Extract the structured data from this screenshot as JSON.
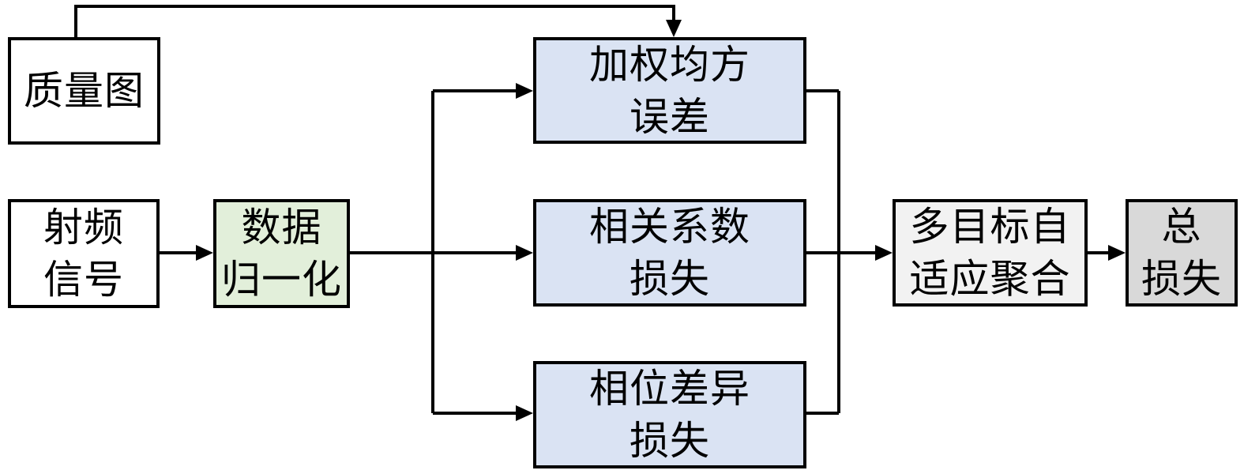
{
  "diagram": {
    "type": "flowchart",
    "language": "zh-CN",
    "description_visible_text_only": true
  },
  "nodes": {
    "quality_map": {
      "lines": [
        "质量图"
      ],
      "fill": "#ffffff"
    },
    "rf_signal": {
      "lines": [
        "射频",
        "信号"
      ],
      "fill": "#ffffff"
    },
    "data_normalization": {
      "lines": [
        "数据",
        "归一化"
      ],
      "fill": "#e2efda"
    },
    "weighted_mse": {
      "lines": [
        "加权均方",
        "误差"
      ],
      "fill": "#dae3f3"
    },
    "correlation_loss": {
      "lines": [
        "相关系数",
        "损失"
      ],
      "fill": "#dae3f3"
    },
    "phase_loss": {
      "lines": [
        "相位差异",
        "损失"
      ],
      "fill": "#dae3f3"
    },
    "multi_objective": {
      "lines": [
        "多目标自",
        "适应聚合"
      ],
      "fill": "#f2f2f2"
    },
    "total_loss": {
      "lines": [
        "总",
        "损失"
      ],
      "fill": "#d9d9d9"
    }
  },
  "edges": [
    {
      "from": "quality_map",
      "to": "weighted_mse"
    },
    {
      "from": "rf_signal",
      "to": "data_normalization"
    },
    {
      "from": "data_normalization",
      "to": "weighted_mse"
    },
    {
      "from": "data_normalization",
      "to": "correlation_loss"
    },
    {
      "from": "data_normalization",
      "to": "phase_loss"
    },
    {
      "from": "weighted_mse",
      "to": "multi_objective"
    },
    {
      "from": "correlation_loss",
      "to": "multi_objective"
    },
    {
      "from": "phase_loss",
      "to": "multi_objective"
    },
    {
      "from": "multi_objective",
      "to": "total_loss"
    }
  ],
  "colors": {
    "background": "#ffffff",
    "border": "#000000",
    "connector": "#000000",
    "text": "#000000",
    "green_fill": "#e2efda",
    "blue_fill": "#dae3f3",
    "light_gray_fill": "#f2f2f2",
    "gray_fill": "#d9d9d9"
  }
}
